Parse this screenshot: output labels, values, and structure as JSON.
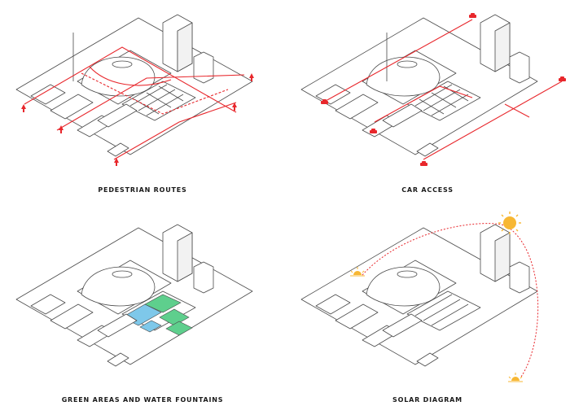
{
  "panels": [
    {
      "caption": "PEDESTRIAN ROUTES"
    },
    {
      "caption": "CAR ACCESS"
    },
    {
      "caption": "GREEN AREAS AND WATER FOUNTAINS"
    },
    {
      "caption": "SOLAR DIAGRAM"
    }
  ],
  "colors": {
    "route": "#e8272c",
    "green": "#5ecf8d",
    "water": "#7ec8ea",
    "sun": "#f7b733",
    "arc": "#e8272c",
    "outline": "#4a4a4a"
  },
  "icons": {
    "pedestrian_marker": "up-arrow-icon",
    "car_marker": "car-icon",
    "sun": "sun-icon"
  }
}
